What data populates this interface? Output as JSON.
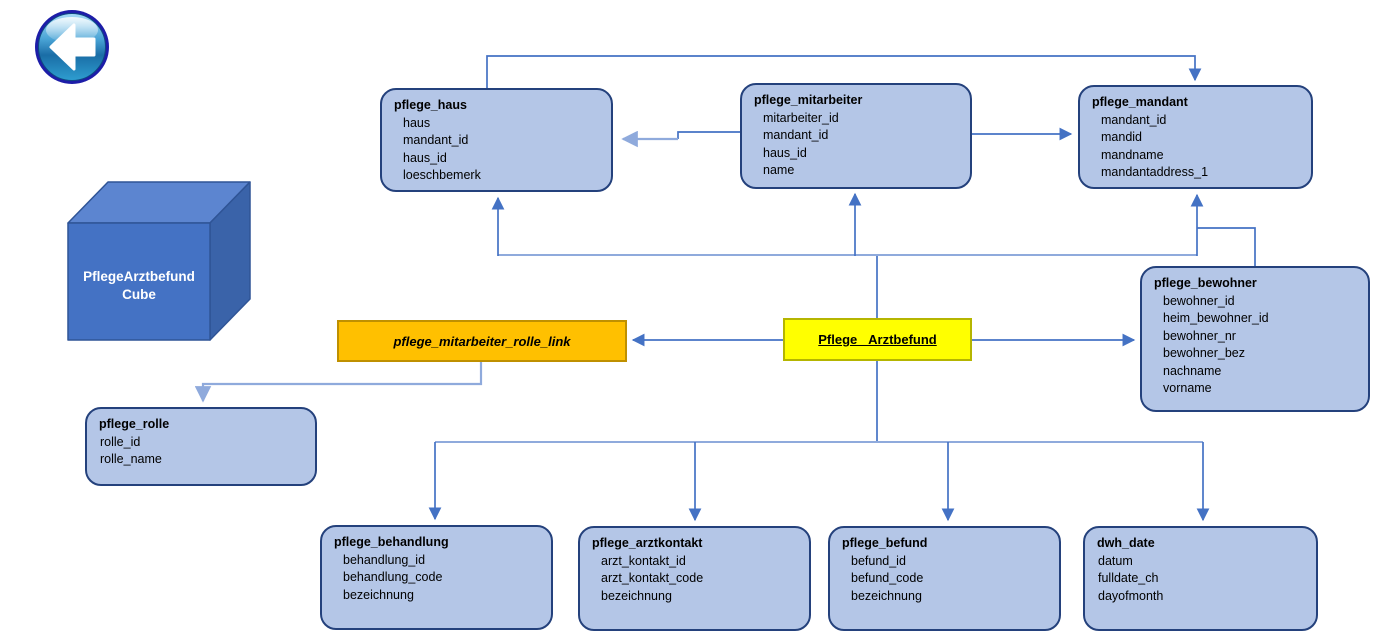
{
  "page": {
    "background": "#ffffff"
  },
  "toolbar": {
    "back_button": {
      "icon": "left-arrow"
    }
  },
  "diagram": {
    "cube": {
      "line1": "PflegeArztbefund",
      "line2": "Cube"
    },
    "link_node": {
      "label": "pflege_mitarbeiter_rolle_link"
    },
    "fact_node": {
      "label": "Pflege _Arztbefund"
    },
    "tables": [
      {
        "id": "haus",
        "title": "pflege_haus",
        "fields": [
          "haus",
          "mandant_id",
          "haus_id",
          "loeschbemerk"
        ]
      },
      {
        "id": "mitarbeiter",
        "title": "pflege_mitarbeiter",
        "fields": [
          "mitarbeiter_id",
          "mandant_id",
          "haus_id",
          "name"
        ]
      },
      {
        "id": "mandant",
        "title": "pflege_mandant",
        "fields": [
          "mandant_id",
          "mandid",
          "mandname",
          "mandantaddress_1"
        ]
      },
      {
        "id": "bewohner",
        "title": "pflege_bewohner",
        "fields": [
          "bewohner_id",
          "heim_bewohner_id",
          "bewohner_nr",
          "bewohner_bez",
          "nachname",
          "vorname"
        ]
      },
      {
        "id": "rolle",
        "title": "pflege_rolle",
        "fields": [
          "rolle_id",
          "rolle_name"
        ]
      },
      {
        "id": "behandlung",
        "title": "pflege_behandlung",
        "fields": [
          "behandlung_id",
          "behandlung_code",
          "bezeichnung"
        ]
      },
      {
        "id": "arztkontakt",
        "title": "pflege_arztkontakt",
        "fields": [
          "arzt_kontakt_id",
          "arzt_kontakt_code",
          "bezeichnung"
        ]
      },
      {
        "id": "befund",
        "title": "pflege_befund",
        "fields": [
          "befund_id",
          "befund_code",
          "bezeichnung"
        ]
      },
      {
        "id": "dwh",
        "title": "dwh_date",
        "fields": [
          "datum",
          "fulldate_ch",
          "dayofmonth"
        ]
      }
    ],
    "connections": [
      {
        "from": "pflege_haus",
        "to": "pflege_mandant"
      },
      {
        "from": "pflege_mitarbeiter",
        "to": "pflege_haus"
      },
      {
        "from": "pflege_mitarbeiter",
        "to": "pflege_mandant"
      },
      {
        "from": "Pflege _Arztbefund",
        "to": "pflege_haus"
      },
      {
        "from": "Pflege _Arztbefund",
        "to": "pflege_mitarbeiter"
      },
      {
        "from": "Pflege _Arztbefund",
        "to": "pflege_mandant"
      },
      {
        "from": "pflege_bewohner",
        "to": "pflege_mandant"
      },
      {
        "from": "Pflege _Arztbefund",
        "to": "pflege_mitarbeiter_rolle_link"
      },
      {
        "from": "Pflege _Arztbefund",
        "to": "pflege_bewohner"
      },
      {
        "from": "pflege_mitarbeiter_rolle_link",
        "to": "pflege_rolle"
      },
      {
        "from": "Pflege _Arztbefund",
        "to": "pflege_behandlung"
      },
      {
        "from": "Pflege _Arztbefund",
        "to": "pflege_arztkontakt"
      },
      {
        "from": "Pflege _Arztbefund",
        "to": "pflege_befund"
      },
      {
        "from": "Pflege _Arztbefund",
        "to": "dwh_date"
      }
    ],
    "colors": {
      "table_fill": "#b4c6e7",
      "table_border": "#24417c",
      "link_fill": "#ffc000",
      "link_border": "#bf9000",
      "fact_fill": "#ffff00",
      "fact_border": "#b5b500",
      "cube_front": "#4472c4",
      "cube_top": "#5c85d0",
      "cube_side": "#3a63a9",
      "connector": "#4472c4",
      "connector_light": "#8faadc"
    }
  }
}
